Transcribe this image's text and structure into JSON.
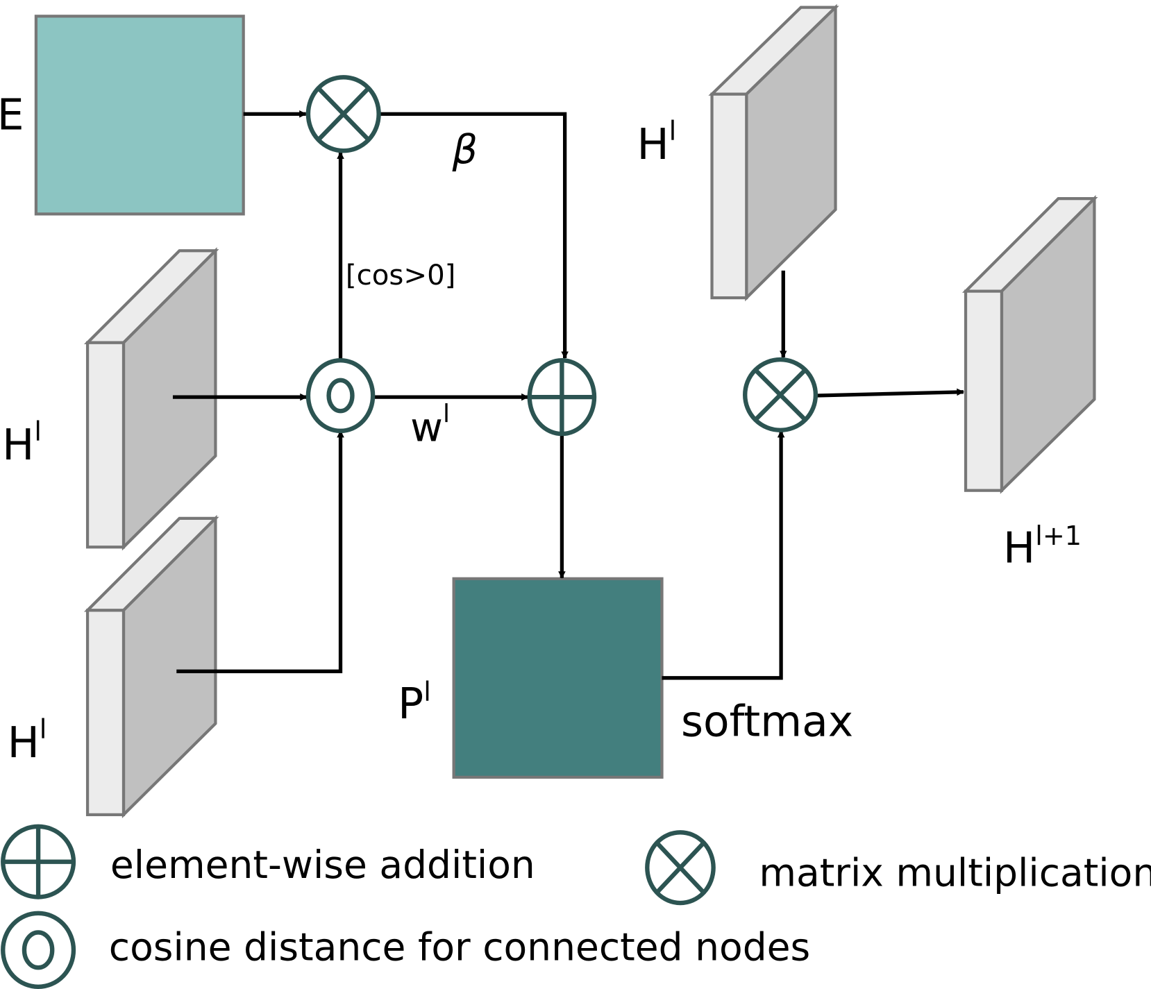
{
  "labels": {
    "E": "E",
    "beta": "β",
    "cos_condition": "[cos>0]",
    "w": "w",
    "w_sup": "l",
    "H": "H",
    "H_sup": "l",
    "H_next_sup": "l+1",
    "P": "P",
    "P_sup": "l",
    "softmax": "softmax"
  },
  "legend": {
    "addition": "element-wise  addition",
    "multiplication": "matrix  multiplication",
    "cosine": "cosine  distance  for  connected  nodes"
  },
  "colors": {
    "embedding_box": "#8cc5c2",
    "p_box": "#437f7e",
    "operator": "#2c5452",
    "slab_front": "#ececec",
    "slab_side": "#c0c0c0"
  }
}
